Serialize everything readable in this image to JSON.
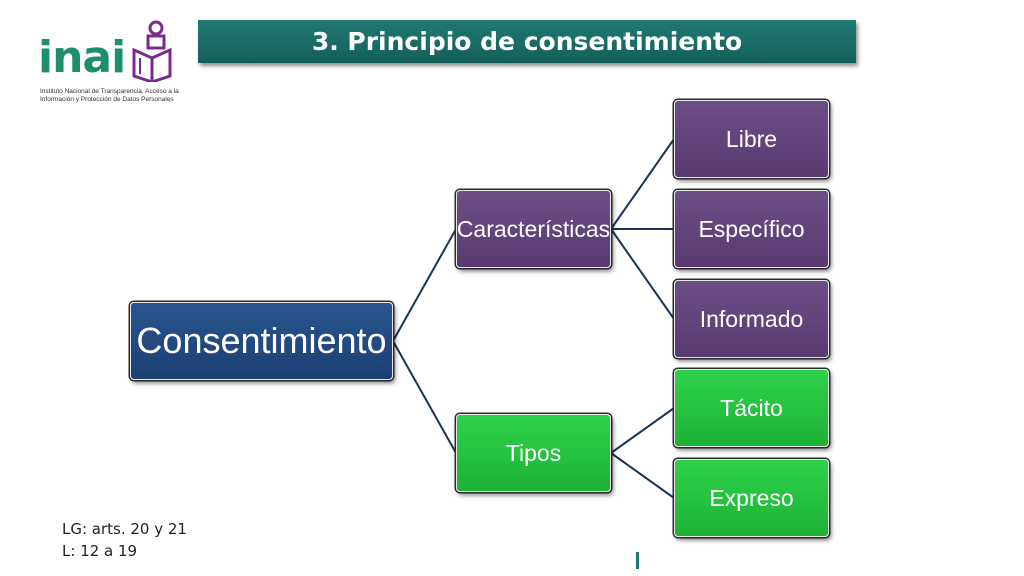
{
  "header": {
    "title": "3. Principio de consentimiento"
  },
  "logo": {
    "word": "inai",
    "caption_line1": "Instituto Nacional de Transparencia, Acceso a la",
    "caption_line2": "Información y Protección de Datos Personales",
    "colors": {
      "green": "#1e8e6e",
      "purple": "#7a2a8c"
    }
  },
  "diagram": {
    "root": {
      "label": "Consentimiento",
      "color": "#1c3f72"
    },
    "branches": [
      {
        "label": "Características",
        "color": "#5c4176",
        "children": [
          "Libre",
          "Específico",
          "Informado"
        ]
      },
      {
        "label": "Tipos",
        "color": "#22bf3d",
        "children": [
          "Tácito",
          "Expreso"
        ]
      }
    ],
    "connector_color": "#1c3358"
  },
  "footer": {
    "ref_line1": "LG: arts. 20 y 21",
    "ref_line2": "L: 12 a 19"
  }
}
